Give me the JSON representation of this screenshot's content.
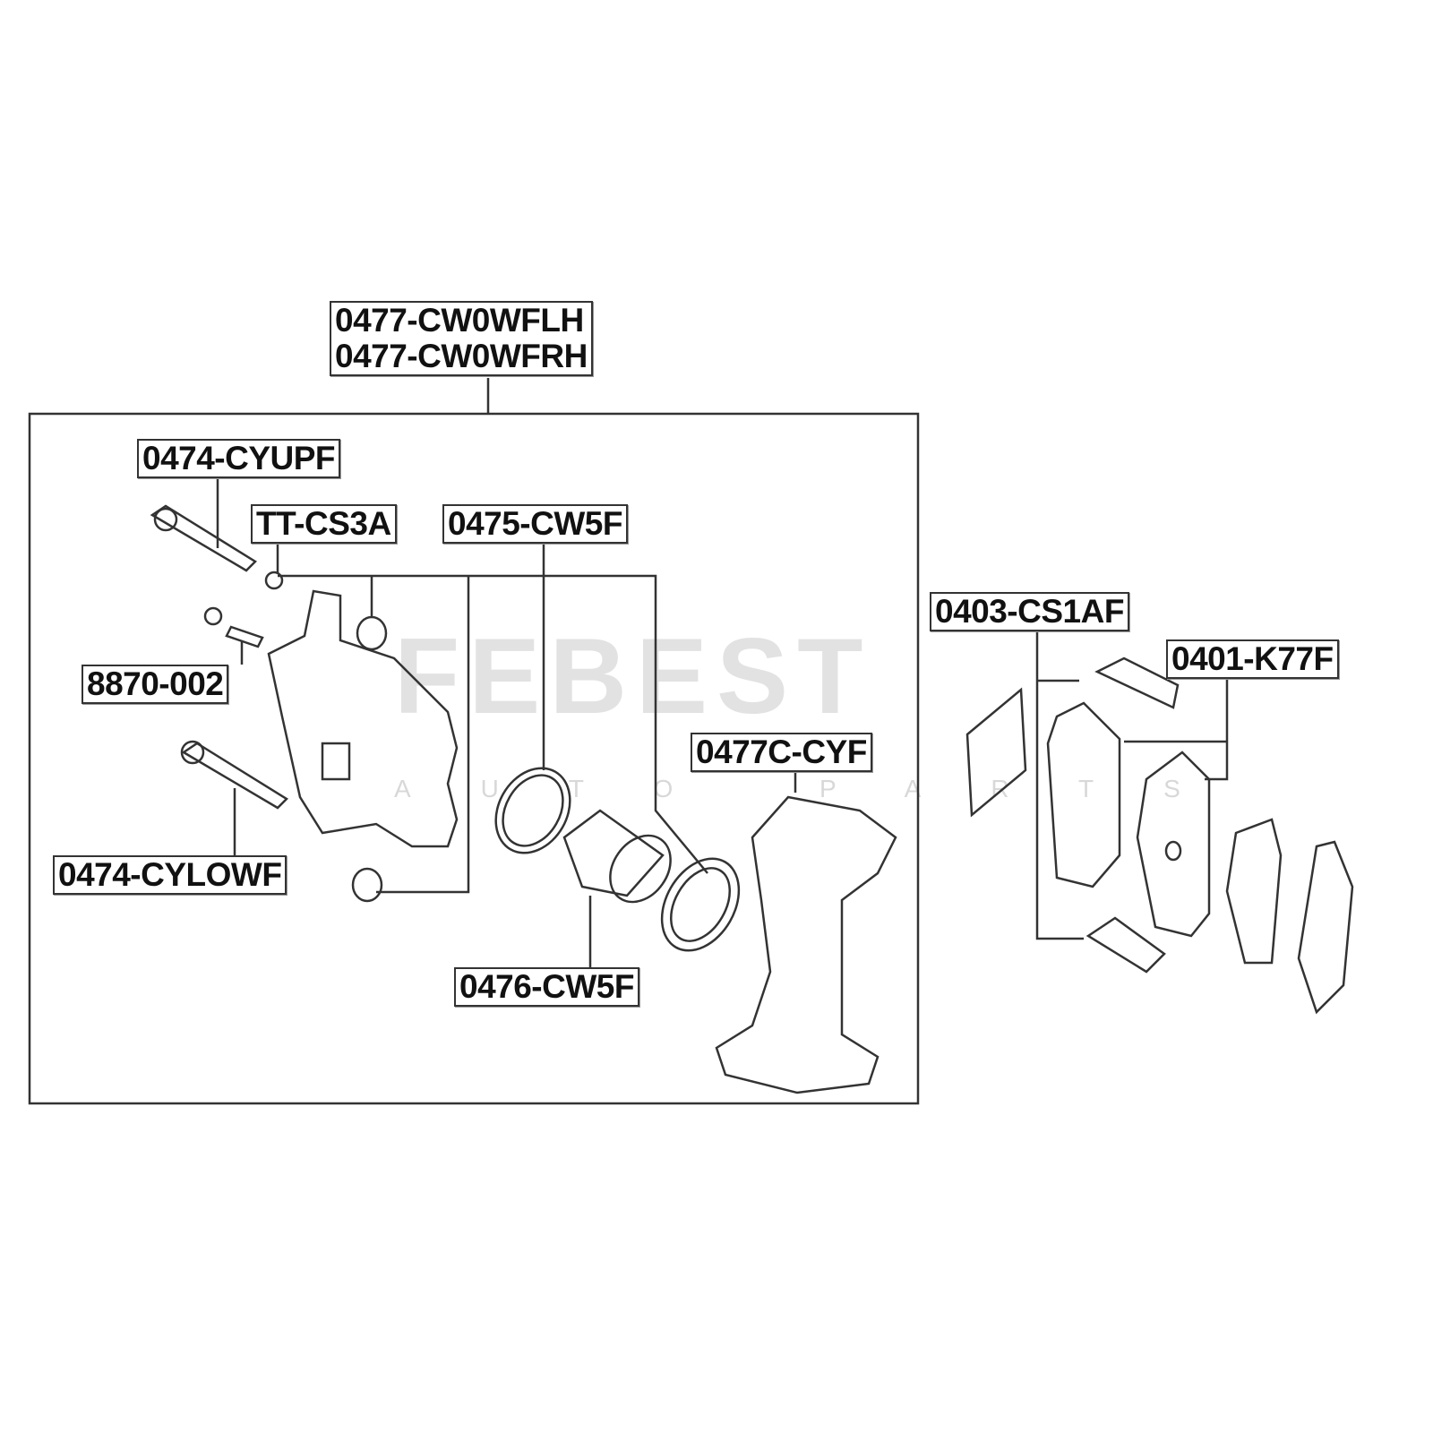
{
  "watermark": {
    "brand": "FEBEST",
    "sub": "AUTO PARTS"
  },
  "labels": {
    "assembly_lh": "0477-CW0WFLH",
    "assembly_rh": "0477-CW0WFRH",
    "upper_pin": "0474-CYUPF",
    "bleeder_cap": "TT-CS3A",
    "seal": "0475-CW5F",
    "bleeder_screw": "8870-002",
    "lower_pin": "0474-CYLOWF",
    "piston": "0476-CW5F",
    "bracket": "0477C-CYF",
    "pad_clips": "0403-CS1AF",
    "pads": "0401-K77F"
  },
  "colors": {
    "line": "#333333",
    "watermark": "#e2e2e2"
  }
}
